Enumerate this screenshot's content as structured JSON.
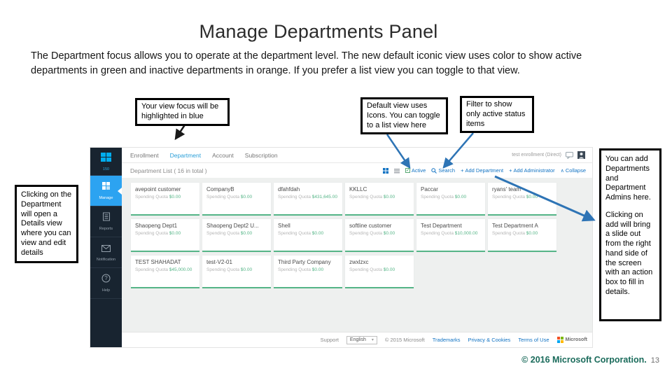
{
  "slide": {
    "title": "Manage Departments Panel",
    "intro": "The Department focus allows you to operate at the department level.  The new default iconic view uses color to show active departments in green and inactive departments in orange.  If you prefer a list view you can toggle to that view.",
    "copyright": "© 2016 Microsoft Corporation.",
    "page_number": "13"
  },
  "callouts": {
    "view_focus": "Your view focus will be highlighted in blue",
    "default_view": "Default view uses Icons.  You can toggle to a list view here",
    "filter_active": "Filter to show only active status items",
    "open_details": "Clicking on the Department will open a Details view where you can view and edit details",
    "add_intro": "You can add Departments and Department Admins here.",
    "add_detail": "Clicking on add will bring a slide out from the right hand side of the screen with an action box to fill in details."
  },
  "app": {
    "sidebar": {
      "logo_label": "150",
      "items": [
        {
          "label": "Manage",
          "icon": "manage-icon",
          "active": true
        },
        {
          "label": "Reports",
          "icon": "reports-icon",
          "active": false
        },
        {
          "label": "Notification",
          "icon": "notification-icon",
          "active": false
        },
        {
          "label": "Help",
          "icon": "help-icon",
          "active": false
        }
      ]
    },
    "topnav": {
      "items": [
        "Enrollment",
        "Department",
        "Account",
        "Subscription"
      ],
      "active": "Department",
      "account_label": "test enrollment (Direct)"
    },
    "list_title": "Department List ( 16 in total )",
    "toolbar": {
      "active_label": "Active",
      "search_label": "Search",
      "add_department_label": "Add Department",
      "add_admin_label": "Add Administrator",
      "collapse_label": "Collapse"
    },
    "spending_quota_label": "Spending Quota",
    "departments": [
      {
        "name": "avepoint customer",
        "quota": "$0.00"
      },
      {
        "name": "CompanyB",
        "quota": "$0.00"
      },
      {
        "name": "dfahfdah",
        "quota": "$431,645.00"
      },
      {
        "name": "KKLLC",
        "quota": "$0.00"
      },
      {
        "name": "Paccar",
        "quota": "$0.00"
      },
      {
        "name": "ryans' team",
        "quota": "$0.00"
      },
      {
        "name": "Shaopeng Dept1",
        "quota": "$0.00"
      },
      {
        "name": "Shaopeng Dept2 U...",
        "quota": "$0.00"
      },
      {
        "name": "Shell",
        "quota": "$0.00"
      },
      {
        "name": "softline customer",
        "quota": "$0.00"
      },
      {
        "name": "Test Department",
        "quota": "$10,000.00"
      },
      {
        "name": "Test Department A",
        "quota": "$0.00"
      },
      {
        "name": "TEST SHAHADAT",
        "quota": "$45,000.00"
      },
      {
        "name": "test-V2-01",
        "quota": "$0.00"
      },
      {
        "name": "Third Party Company",
        "quota": "$0.00"
      },
      {
        "name": "zwxlzxc",
        "quota": "$0.00"
      }
    ],
    "footer": {
      "support_label": "Support",
      "language_value": "English",
      "copyright": "© 2015 Microsoft",
      "links": [
        "Trademarks",
        "Privacy & Cookies",
        "Terms of Use"
      ],
      "brand": "Microsoft"
    }
  },
  "colors": {
    "accent_blue": "#1273c3",
    "active_item_blue": "#2ca3f1",
    "status_green": "#55b587",
    "annotation_blue": "#2e74b5",
    "sidebar_dark": "#182430",
    "footer_teal": "#1a6b5b"
  }
}
